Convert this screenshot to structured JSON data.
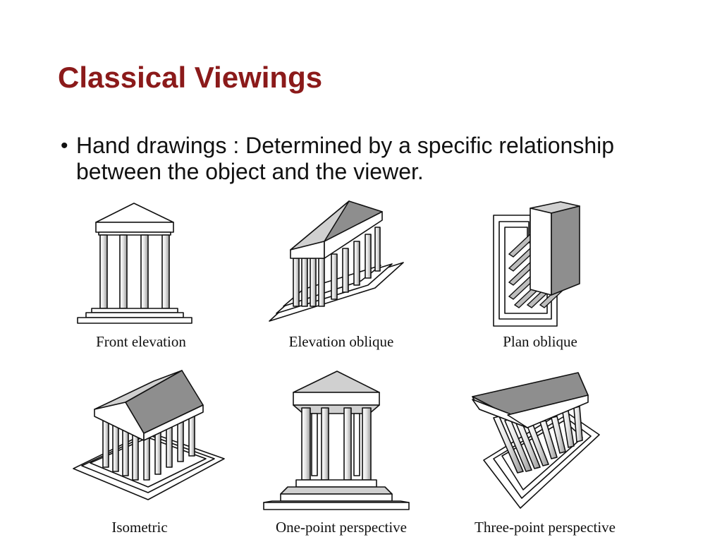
{
  "slide": {
    "title": "Classical Viewings",
    "bullet_marker": "•",
    "bullet_text": "Hand drawings : Determined by a specific relationship between the object and the viewer."
  },
  "figures": [
    {
      "caption": "Front elevation",
      "icon": "temple-front-elevation-icon"
    },
    {
      "caption": "Elevation oblique",
      "icon": "temple-elevation-oblique-icon"
    },
    {
      "caption": "Plan oblique",
      "icon": "temple-plan-oblique-icon"
    },
    {
      "caption": "Isometric",
      "icon": "temple-isometric-icon"
    },
    {
      "caption": "One-point perspective",
      "icon": "temple-one-point-perspective-icon"
    },
    {
      "caption": "Three-point perspective",
      "icon": "temple-three-point-perspective-icon"
    }
  ],
  "colors": {
    "title": "#8b1a1a",
    "text": "#111111",
    "roof_light": "#d0d0d0",
    "roof_dark": "#8e8e8e"
  }
}
